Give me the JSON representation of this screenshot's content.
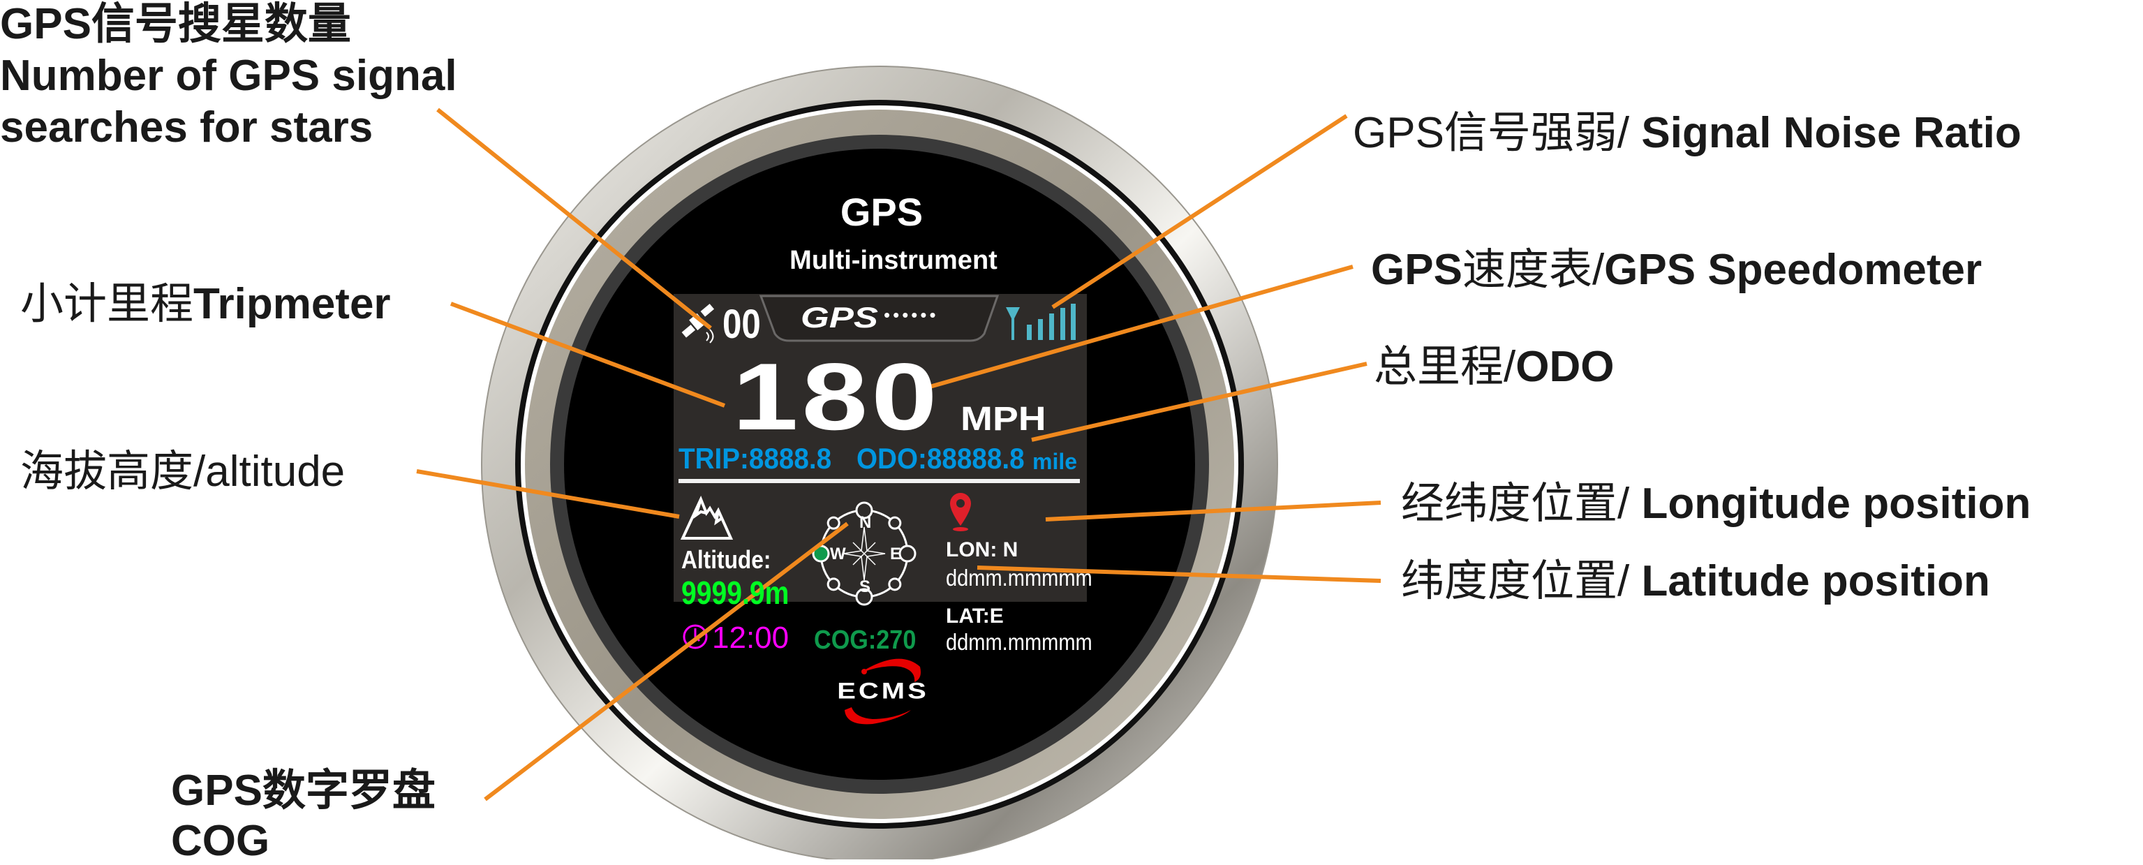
{
  "dial": {
    "title": "GPS",
    "subtitle": "Multi-instrument",
    "logo_text": "ECMS"
  },
  "screen": {
    "satellite_count": "00",
    "gps_banner": "GPS",
    "gps_dots": "••••••",
    "signal_bars_level": 5,
    "speed": "180",
    "speed_unit": "MPH",
    "trip": "TRIP:8888.8",
    "odo": "ODO:88888.8",
    "distance_unit": "mile",
    "altitude_label": "Altitude:",
    "altitude_value": "9999.9m",
    "clock": "12:00",
    "cog": "COG:270",
    "compass": {
      "n": "N",
      "s": "S",
      "e": "E",
      "w": "W"
    },
    "lon_label": "LON: N",
    "lon_value": "ddmm.mmmmm",
    "lat_label": "LAT:E",
    "lat_value": "ddmm.mmmmm",
    "colors": {
      "trip_odo": "#0096e0",
      "altitude": "#00ff22",
      "clock": "#ff00ff",
      "cog": "#0f9a4c",
      "signal": "#4fb7c9",
      "pin": "#e0202a"
    }
  },
  "callouts": {
    "satellites_cn": "GPS信号搜星数量",
    "satellites_en1": "Number of GPS signal",
    "satellites_en2": "searches for stars",
    "trip_cn": "小计里程",
    "trip_en": "Tripmeter",
    "alt_cn": "海拔高度/",
    "alt_en": "altitude",
    "cog_cn": "GPS数字罗盘",
    "cog_en": "COG",
    "snr_cn": "GPS信号强弱/ ",
    "snr_en": "Signal Noise Ratio",
    "speed_cn1": "GPS",
    "speed_cn2": "速度表/",
    "speed_en": "GPS  Speedometer",
    "odo_cn": "总里程/",
    "odo_en": "ODO",
    "lon_cn": "经纬度位置/ ",
    "lon_en": "Longitude position",
    "lat_cn": "纬度度位置/ ",
    "lat_en": "Latitude position",
    "line_color": "#f0891e"
  }
}
